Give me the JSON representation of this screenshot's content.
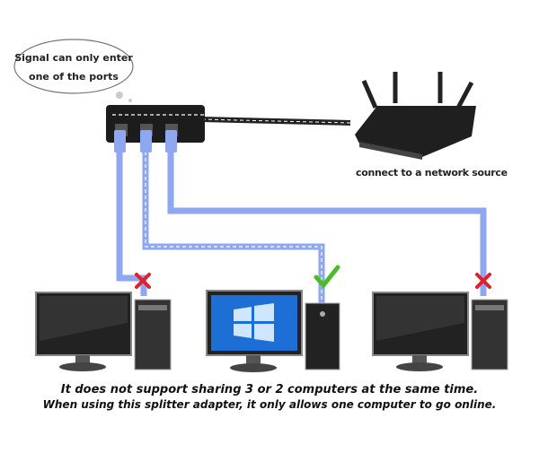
{
  "bubble": {
    "line1": "Signal can only enter",
    "line2": "one of the ports"
  },
  "router_label": "connect to a network source",
  "captions": {
    "line1": "It does not support sharing 3 or 2 computers at the same time.",
    "line2": "When using this splitter adapter, it only allows one computer to go online."
  },
  "computers": [
    {
      "status": "not-connected",
      "icon": "red-x-icon"
    },
    {
      "status": "connected",
      "icon": "green-check-icon"
    },
    {
      "status": "not-connected",
      "icon": "red-x-icon"
    }
  ],
  "colors": {
    "cable": "#8fa6f0",
    "red_x": "#e0202a",
    "check": "#4cbb2a"
  }
}
